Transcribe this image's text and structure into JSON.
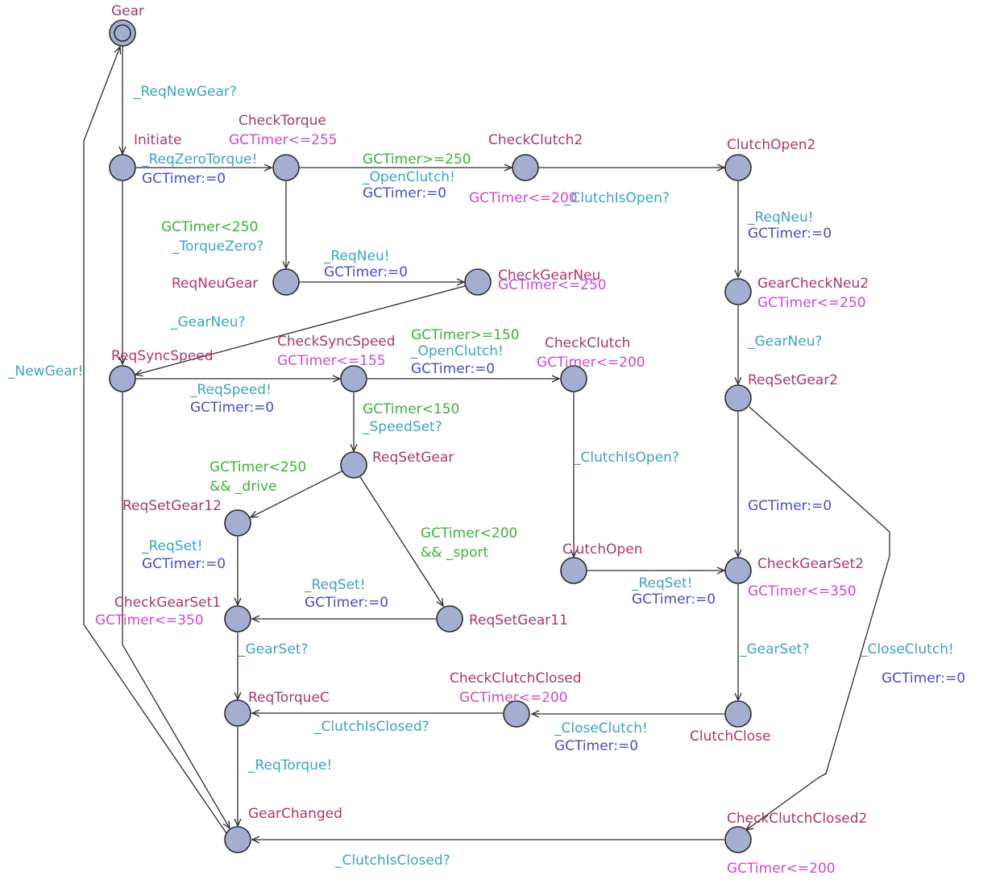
{
  "locations": {
    "gear": {
      "name": "Gear"
    },
    "initiate": {
      "name": "Initiate"
    },
    "check_torque": {
      "name": "CheckTorque",
      "invariant": "GCTimer<=255"
    },
    "check_clutch2": {
      "name": "CheckClutch2",
      "invariant": "GCTimer<=200"
    },
    "clutch_open2": {
      "name": "ClutchOpen2"
    },
    "req_neu_gear": {
      "name": "ReqNeuGear"
    },
    "check_gear_neu": {
      "name": "CheckGearNeu",
      "invariant": "GCTimer<=250"
    },
    "gear_check_neu2": {
      "name": "GearCheckNeu2",
      "invariant": "GCTimer<=250"
    },
    "req_sync_speed": {
      "name": "ReqSyncSpeed"
    },
    "check_sync_speed": {
      "name": "CheckSyncSpeed",
      "invariant": "GCTimer<=155"
    },
    "check_clutch": {
      "name": "CheckClutch",
      "invariant": "GCTimer<=200"
    },
    "req_set_gear2": {
      "name": "ReqSetGear2"
    },
    "req_set_gear": {
      "name": "ReqSetGear"
    },
    "req_set_gear12": {
      "name": "ReqSetGear12"
    },
    "clutch_open": {
      "name": "ClutchOpen"
    },
    "check_gear_set2": {
      "name": "CheckGearSet2",
      "invariant": "GCTimer<=350"
    },
    "check_gear_set1": {
      "name": "CheckGearSet1",
      "invariant": "GCTimer<=350"
    },
    "req_set_gear11": {
      "name": "ReqSetGear11"
    },
    "check_clutch_closed": {
      "name": "CheckClutchClosed",
      "invariant": "GCTimer<=200"
    },
    "req_torque_c": {
      "name": "ReqTorqueC"
    },
    "clutch_close": {
      "name": "ClutchClose"
    },
    "gear_changed": {
      "name": "GearChanged"
    },
    "check_clutch_closed2": {
      "name": "CheckClutchClosed2",
      "invariant": "GCTimer<=200"
    }
  },
  "edges": {
    "gear_initiate": {
      "sync": "_ReqNewGear?"
    },
    "initiate_checktorque": {
      "sync": "_ReqZeroTorque!",
      "assign": "GCTimer:=0"
    },
    "checktorque_checkclutch2": {
      "guard": "GCTimer>=250",
      "sync": "_OpenClutch!",
      "assign": "GCTimer:=0"
    },
    "checkclutch2_clutchopen2": {
      "sync": "_ClutchIsOpen?"
    },
    "checktorque_reqneugear": {
      "guard": "GCTimer<250",
      "sync": "_TorqueZero?"
    },
    "reqneugear_checkgearneu": {
      "sync": "_ReqNeu!",
      "assign": "GCTimer:=0"
    },
    "clutchopen2_gearcheckneu2": {
      "sync": "_ReqNeu!",
      "assign": "GCTimer:=0"
    },
    "checkgearneu_reqsyncspeed": {
      "sync": "_GearNeu?"
    },
    "gearchangeed_gear": {
      "sync": "_NewGear!"
    },
    "reqsyncspeed_checksyncspeed": {
      "sync": "_ReqSpeed!",
      "assign": "GCTimer:=0"
    },
    "checksyncspeed_checkclutch": {
      "guard": "GCTimer>=150",
      "sync": "_OpenClutch!",
      "assign": "GCTimer:=0"
    },
    "gearcheckneu2_reqsetgear2": {
      "sync": "_GearNeu?"
    },
    "checksyncspeed_reqsetgear": {
      "guard": "GCTimer<150",
      "sync": "_SpeedSet?"
    },
    "reqsetgear_reqsetgear12": {
      "guard1": "GCTimer<250",
      "guard2": "&& _drive"
    },
    "checkclutch_clutchopen": {
      "sync": "_ClutchIsOpen?"
    },
    "reqsetgear2_checkgearset2": {
      "assign": "GCTimer:=0"
    },
    "reqsetgear_reqsetgear11": {
      "guard1": "GCTimer<200",
      "guard2": "&& _sport"
    },
    "reqsetgear12_checkgearset1": {
      "sync": "_ReqSet!",
      "assign": "GCTimer:=0"
    },
    "clutchopen_checkgearset2": {
      "sync": "_ReqSet!",
      "assign": "GCTimer:=0"
    },
    "reqsetgear11_checkgearset1": {
      "sync": "_ReqSet!",
      "assign": "GCTimer:=0"
    },
    "checkgearset1_reqtorquec": {
      "sync": "_GearSet?"
    },
    "checkgearset2_clutchclose": {
      "sync": "_GearSet?"
    },
    "reqsetgear2_checkclutchclosed2": {
      "sync": "_CloseClutch!",
      "assign": "GCTimer:=0"
    },
    "checkclutchclosed_reqtorquec": {
      "sync": "_ClutchIsClosed?"
    },
    "clutchclose_checkclutchclosed": {
      "sync": "_CloseClutch!",
      "assign": "GCTimer:=0"
    },
    "reqtorquec_gearchanged": {
      "sync": "_ReqTorque!"
    },
    "checkclutchclosed2_gearchanged": {
      "sync": "_ClutchIsClosed?"
    }
  }
}
